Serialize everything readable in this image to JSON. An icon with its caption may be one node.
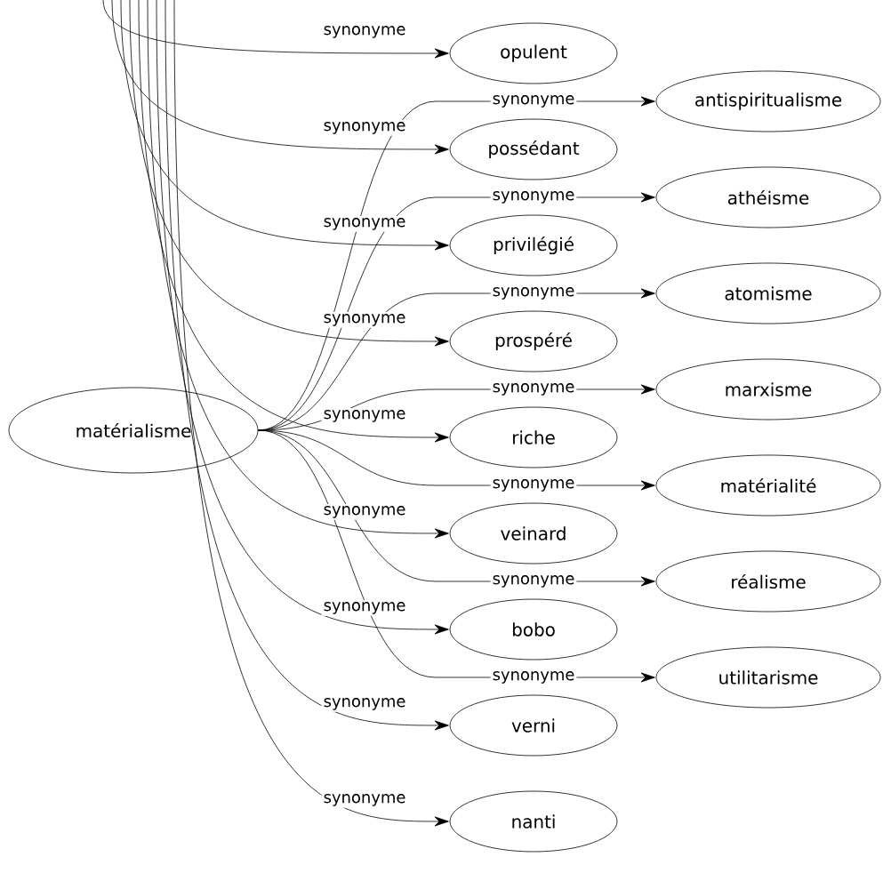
{
  "diagram": {
    "nodes": [
      {
        "text": [
          "matérialisme"
        ]
      },
      {
        "text": [
          "opulent"
        ]
      },
      {
        "text": [
          "possédant"
        ]
      },
      {
        "text": [
          "privilégié"
        ]
      },
      {
        "text": [
          "prospéré"
        ]
      },
      {
        "text": [
          "riche"
        ]
      },
      {
        "text": [
          "veinard"
        ]
      },
      {
        "text": [
          "bobo"
        ]
      },
      {
        "text": [
          "verni"
        ]
      },
      {
        "text": [
          "nanti"
        ]
      },
      {
        "text": [
          "antispiritualisme"
        ]
      },
      {
        "text": [
          "athéisme"
        ]
      },
      {
        "text": [
          "atomisme"
        ]
      },
      {
        "text": [
          "marxisme"
        ]
      },
      {
        "text": [
          "matérialité"
        ]
      },
      {
        "text": [
          "réalisme"
        ]
      },
      {
        "text": [
          "utilitarisme"
        ]
      }
    ],
    "edges": [
      {
        "from": 0,
        "to": 10,
        "arrow": "to",
        "label": "synonyme"
      },
      {
        "from": 0,
        "to": 11,
        "arrow": "to",
        "label": "synonyme"
      },
      {
        "from": 0,
        "to": 12,
        "arrow": "to",
        "label": "synonyme"
      },
      {
        "from": 0,
        "to": 13,
        "arrow": "to",
        "label": "synonyme"
      },
      {
        "from": 0,
        "to": 14,
        "arrow": "to",
        "label": "synonyme"
      },
      {
        "from": 0,
        "to": 15,
        "arrow": "to",
        "label": "synonyme"
      },
      {
        "from": 0,
        "to": 16,
        "arrow": "to",
        "label": "synonyme"
      },
      {
        "from": null,
        "to": 1,
        "arrow": "to",
        "label": "synonyme"
      },
      {
        "from": null,
        "to": 2,
        "arrow": "to",
        "label": "synonyme"
      },
      {
        "from": null,
        "to": 3,
        "arrow": "to",
        "label": "synonyme"
      },
      {
        "from": null,
        "to": 4,
        "arrow": "to",
        "label": "synonyme"
      },
      {
        "from": null,
        "to": 5,
        "arrow": "to",
        "label": "synonyme"
      },
      {
        "from": null,
        "to": 6,
        "arrow": "to",
        "label": "synonyme"
      },
      {
        "from": null,
        "to": 7,
        "arrow": "to",
        "label": "synonyme"
      },
      {
        "from": null,
        "to": 8,
        "arrow": "to",
        "label": "synonyme"
      },
      {
        "from": null,
        "to": 9,
        "arrow": "to",
        "label": "synonyme"
      }
    ]
  }
}
